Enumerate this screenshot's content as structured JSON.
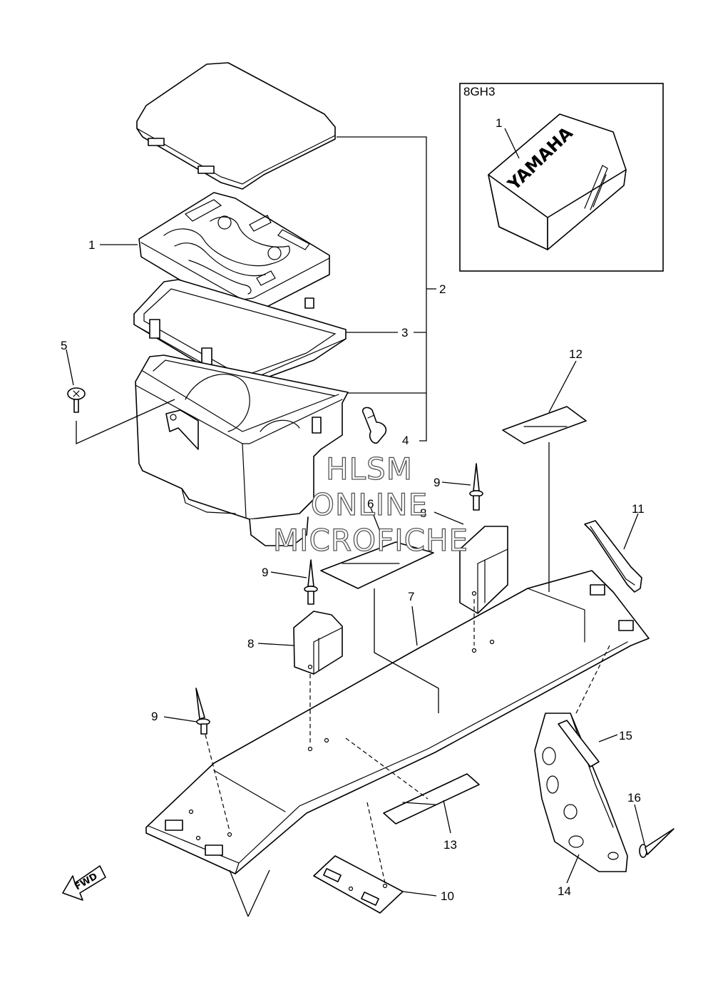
{
  "inset": {
    "code": "8GH3",
    "callout": "1",
    "logo_text": "YAMAHA"
  },
  "callouts": {
    "c1": "1",
    "c2": "2",
    "c3": "3",
    "c4": "4",
    "c5": "5",
    "c6": "6",
    "c7": "7",
    "c8a": "8",
    "c8b": "8",
    "c9a": "9",
    "c9b": "9",
    "c9c": "9",
    "c10": "10",
    "c11": "11",
    "c12": "12",
    "c13": "13",
    "c14": "14",
    "c15": "15",
    "c16": "16"
  },
  "watermark": {
    "line1": "HLSM",
    "line2": "ONLINE",
    "line3": "MICROFICHE"
  },
  "direction_badge": "FWD"
}
